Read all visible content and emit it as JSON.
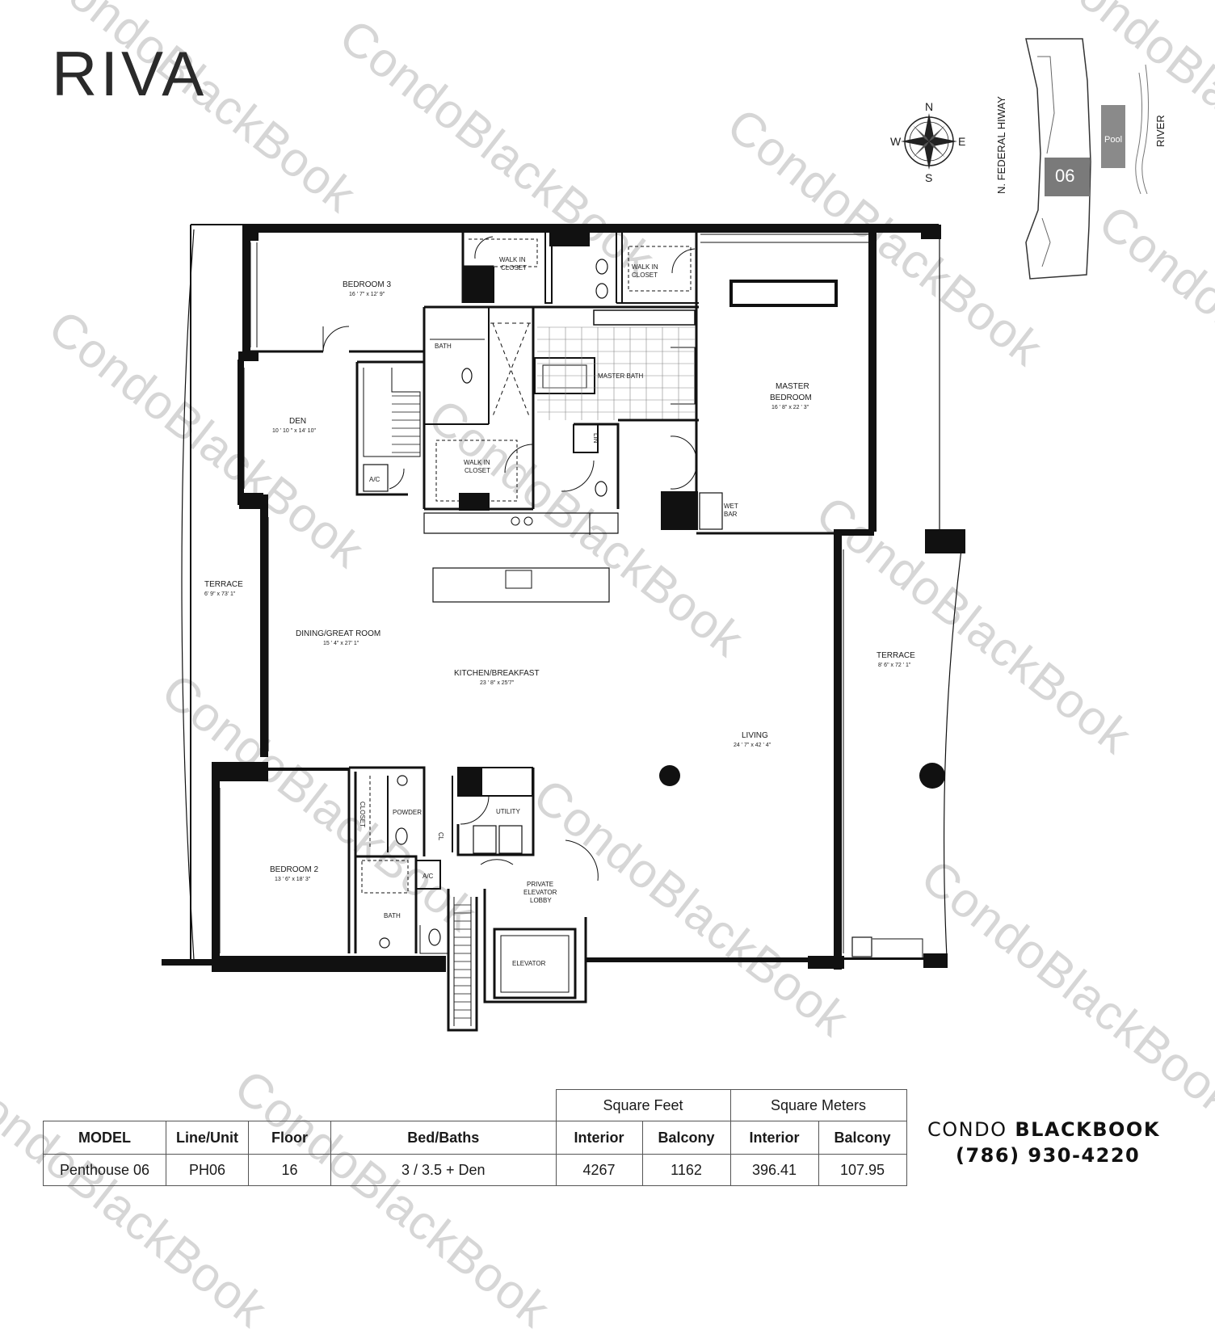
{
  "logo": "RIVA",
  "brand": {
    "name_light": "CONDO",
    "name_bold": "BLACKBOOK",
    "phone": "(786) 930-4220"
  },
  "watermark": "CondoBlackBook",
  "compass": {
    "n": "N",
    "s": "S",
    "e": "E",
    "w": "W"
  },
  "keyplan": {
    "road": "N. FEDERAL HIWAY",
    "river": "RIVER",
    "pool": "Pool",
    "unit": "06"
  },
  "rooms": {
    "bedroom3": {
      "name": "BEDROOM 3",
      "dims": "16 ' 7\" x 12' 9\""
    },
    "walkin1": {
      "name": "WALK IN",
      "name2": "CLOSET"
    },
    "walkin2": {
      "name": "WALK IN",
      "name2": "CLOSET"
    },
    "walkin3": {
      "name": "WALK IN",
      "name2": "CLOSET"
    },
    "bath3": {
      "name": "BATH"
    },
    "masterbath": {
      "name": "MASTER BATH"
    },
    "master": {
      "name": "MASTER",
      "name2": "BEDROOM",
      "dims": "16 ' 8\" x 22 ' 3\""
    },
    "den": {
      "name": "DEN",
      "dims": "10 ' 10 \" x 14' 10\""
    },
    "ac1": {
      "name": "A/C"
    },
    "lin": {
      "name": "LIN"
    },
    "wetbar": {
      "name": "WET",
      "name2": "BAR"
    },
    "terrace_w": {
      "name": "TERRACE",
      "dims": "6' 9\" x 73' 1\""
    },
    "dining": {
      "name": "DINING/GREAT ROOM",
      "dims": "15 ' 4\" x 27' 1\""
    },
    "kitchen": {
      "name": "KITCHEN/BREAKFAST",
      "dims": "23 ' 8\" x 25'7\""
    },
    "terrace_e": {
      "name": "TERRACE",
      "dims": "8' 6\" x 72 ' 1\""
    },
    "living": {
      "name": "LIVING",
      "dims": "24 ' 7\" x 42 ' 4\""
    },
    "bedroom2": {
      "name": "BEDROOM 2",
      "dims": "13 ' 6\" x 18' 3\""
    },
    "closet": {
      "name": "CLOSET"
    },
    "powder": {
      "name": "POWDER"
    },
    "cl": {
      "name": "CL"
    },
    "utility": {
      "name": "UTILITY"
    },
    "ac2": {
      "name": "A/C"
    },
    "bath2": {
      "name": "BATH"
    },
    "lobby": {
      "name": "PRIVATE",
      "name2": "ELEVATOR",
      "name3": "LOBBY"
    },
    "elevator": {
      "name": "ELEVATOR"
    }
  },
  "table": {
    "group_sqft": "Square Feet",
    "group_sqm": "Square Meters",
    "headers": [
      "MODEL",
      "Line/Unit",
      "Floor",
      "Bed/Baths",
      "Interior",
      "Balcony",
      "Interior",
      "Balcony"
    ],
    "row": [
      "Penthouse 06",
      "PH06",
      "16",
      "3 / 3.5 + Den",
      "4267",
      "1162",
      "396.41",
      "107.95"
    ]
  }
}
